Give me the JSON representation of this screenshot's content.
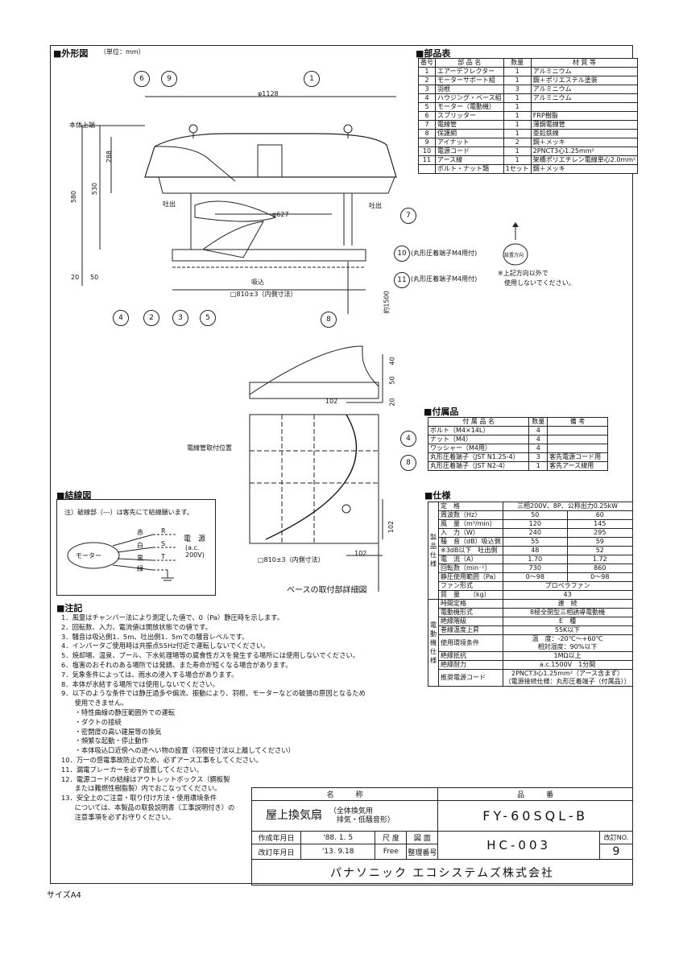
{
  "outline": {
    "title": "■外形図",
    "unit": "（単位：mm）"
  },
  "parts": {
    "title": "■部品表",
    "headers": [
      "番号",
      "部 品 名",
      "数量",
      "材 質 等"
    ],
    "rows": [
      [
        "1",
        "エアーデフレクター",
        "1",
        "アルミニウム"
      ],
      [
        "2",
        "モーターサポート組",
        "1",
        "鋼＋ポリエステル塗装"
      ],
      [
        "3",
        "羽根",
        "3",
        "アルミニウム"
      ],
      [
        "4",
        "ハウジング・ベース組",
        "1",
        "アルミニウム"
      ],
      [
        "5",
        "モーター（電動機）",
        "1",
        ""
      ],
      [
        "6",
        "スプリッター",
        "1",
        "FRP樹脂"
      ],
      [
        "7",
        "電線管",
        "1",
        "薄鋼電線管"
      ],
      [
        "8",
        "保護網",
        "1",
        "亜鉛鉄線"
      ],
      [
        "9",
        "アイナット",
        "2",
        "鋼＋メッキ"
      ],
      [
        "10",
        "電源コード",
        "1",
        "2PNCT3心1.25mm²"
      ],
      [
        "11",
        "アース線",
        "1",
        "架橋ポリエチレン電線単心2.0mm²"
      ],
      [
        "",
        "ボルト・ナット類",
        "1セット",
        "鋼＋メッキ"
      ]
    ]
  },
  "drawing": {
    "body_top": "本体上端",
    "phi_outer": "φ1128",
    "phi_inner": "φ627",
    "dim_288": "288",
    "dim_530": "530",
    "dim_580": "580",
    "dim_20": "20",
    "dim_50": "50",
    "exhaust_l": "吐出",
    "exhaust_r": "吐出",
    "intake": "吸込",
    "base_inner": "□810±3（内側寸法）",
    "len_1500": "約1500",
    "note_10": "(丸形圧着端子M4用付)",
    "note_11": "(丸形圧着端子M4用付)",
    "install_dir": "設置方向",
    "install_note": "※上記方向以外で\n　使用しないでください。",
    "callouts": [
      "6",
      "9",
      "1",
      "7",
      "10",
      "11",
      "4",
      "2",
      "3",
      "5",
      "8"
    ]
  },
  "detail": {
    "dim_40": "40",
    "dim_50": "50",
    "dim_20": "20",
    "dim_102a": "102",
    "dim_102b": "102",
    "dim_102c": "102",
    "conduit": "電線管取付位置",
    "base_inner": "□810±3（内側寸法）",
    "caption": "ベースの取付部詳細図",
    "c4": "4",
    "c8": "8"
  },
  "accessories": {
    "title": "■付属品",
    "headers": [
      "付 属 品 名",
      "数量",
      "備 考"
    ],
    "rows": [
      [
        "ボルト（M4×14L）",
        "4",
        ""
      ],
      [
        "ナット（M4）",
        "4",
        ""
      ],
      [
        "ワッシャー（M4用）",
        "4",
        ""
      ],
      [
        "丸形圧着端子（JST N1.25-4）",
        "3",
        "客先電源コード用"
      ],
      [
        "丸形圧着端子（JST N2-4）",
        "1",
        "客先アース線用"
      ]
    ]
  },
  "wiring": {
    "title": "■結線図",
    "note": "注）破線部（---）は客先にて結線願います。",
    "motor": "モーター",
    "wires": [
      "赤",
      "白",
      "黒",
      "緑"
    ],
    "terms": [
      "R",
      "S",
      "T"
    ],
    "power": "電　源",
    "power_sub": "(a.c.\n200V)"
  },
  "spec": {
    "title": "■仕様",
    "group1": "製品仕様",
    "group2": "電動機仕様",
    "rated": [
      "定　格",
      "三相200V、8P、公称出力0.25kW"
    ],
    "rows1": [
      [
        "周波数（Hz）",
        "50",
        "60"
      ],
      [
        "風　量（m³/min）",
        "120",
        "145"
      ],
      [
        "入　力（W）",
        "240",
        "295"
      ],
      [
        "騒　音（dB）吸込側",
        "55",
        "59"
      ],
      [
        "※3dB以下　吐出側",
        "48",
        "52"
      ],
      [
        "電　流（A）",
        "1.70",
        "1.72"
      ],
      [
        "回転数（min⁻¹）",
        "730",
        "860"
      ],
      [
        "静圧使用範囲（Pa）",
        "0〜98",
        "0〜98"
      ]
    ],
    "fan": [
      "ファン形式",
      "プロペラファン"
    ],
    "mass": [
      "質　量　　（kg）",
      "43"
    ],
    "rows2": [
      [
        "時間定格",
        "連　続"
      ],
      [
        "電動機形式",
        "8極全閉型三相誘導電動機"
      ],
      [
        "絶縁階級",
        "E　種"
      ],
      [
        "巻線温度上昇",
        "55K以下"
      ],
      [
        "使用環境条件",
        "温　度：-20℃〜+60℃\n相対湿度：90%以下"
      ],
      [
        "絶縁抵抗",
        "1MΩ以上"
      ],
      [
        "絶縁耐力",
        "a.c.1500V　1分間"
      ],
      [
        "推奨電源コード",
        "2PNCT3心1.25mm²（アース含まず）\n（電源接続仕様：丸形圧着端子（付属品））"
      ]
    ]
  },
  "notes": {
    "title": "■注記",
    "lines": [
      "1．風量はチャンバー法により測定した値で、0（Pa）静圧時を示します。",
      "2．回転数、入力、電流値は開放状態での値です。",
      "3．騒音は吸込側1．5m、吐出側1．5mでの騒音レベルです。",
      "4．インバータご使用時は共振点55Hz付近で運転しないでください。",
      "5．焼却場、温泉、プール、下水処理場等の腐食性ガスを発生する場所には使用しないでください。",
      "6．塩害のおそれのある場所では発錆、また寿命が短くなる場合があります。",
      "7．気象条件によっては、雨水の浸入する場合があります。",
      "8．本体が氷結する場所では使用しないでください。",
      "9．以下のような条件では静圧過多や偏流、振動により、羽根、モーターなどの破損の原因となるため",
      "　　使用できません。",
      "　　・特性曲線の静圧範囲外での運転",
      "　　・ダクトの接続",
      "　　・密閉度の高い建屋等の換気",
      "　　・頻繁な起動・停止動作",
      "　　・本体吸込口近傍への进へい物の設置（羽根径寸法以上離してください）",
      "10．万一の感電事故防止のため、必ずアース工事をしてください。",
      "11．漏電ブレーカーを必ず設置してください。",
      "12．電源コードの結線はアウトレットボックス（鋼板製",
      "　　または難燃性樹脂製）内でおこなってください。",
      "13．安全上のご注意・取り付け方法・使用環境条件",
      "　　については、本製品の取扱説明書（工事説明付き）の",
      "　　注意事項を必ずお守りください。"
    ]
  },
  "titleblock": {
    "name_h": "名　　　称",
    "product_h": "品　　　番",
    "name": "屋上換気扇",
    "name_sub": "（全体換気用\n　排気・低騒音形）",
    "product": "FY-60SQL-B",
    "made_l": "作成年月日",
    "made_v": "'88.  1.  5",
    "scale_l": "尺 度",
    "scale_v": "Free",
    "drawing_l": "図 面",
    "number_l": "整理番号",
    "rev_l": "改訂年月日",
    "rev_v": "'13.  9.18",
    "drawing_no": "HC-003",
    "rev_no_l": "改訂NO.",
    "rev_no": "9",
    "company": "パナソニック エコシステムズ株式会社"
  },
  "size": "サイズA4"
}
